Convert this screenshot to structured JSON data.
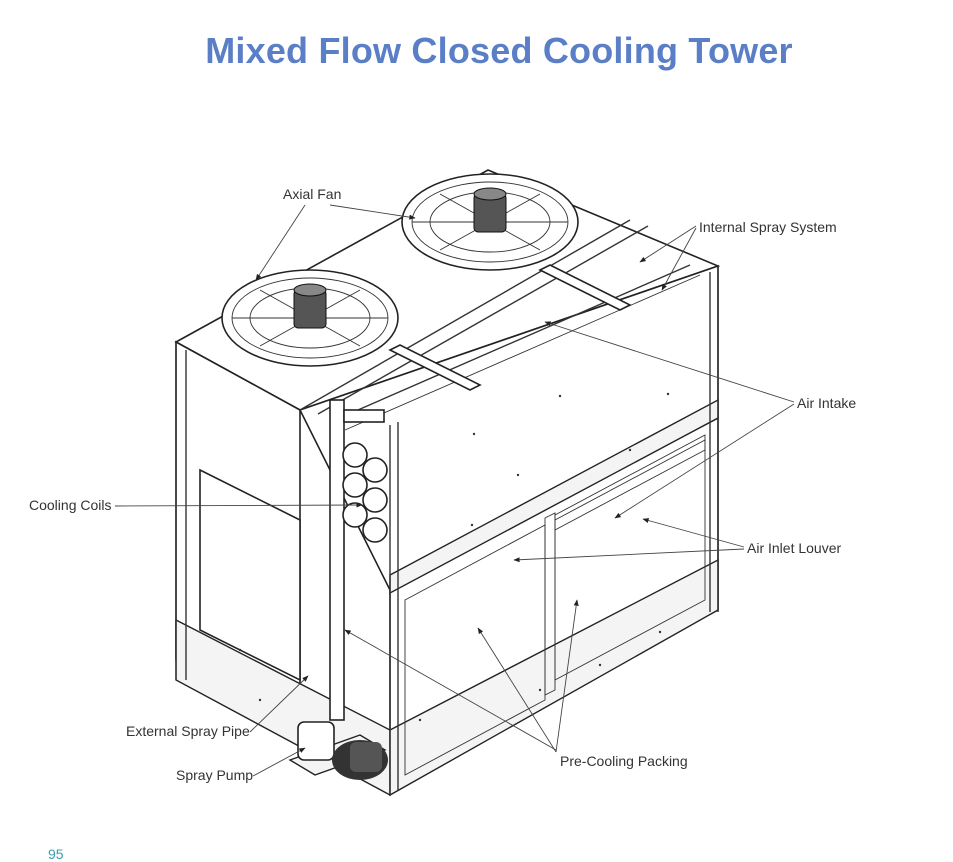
{
  "title": "Mixed Flow Closed Cooling Tower",
  "labels": {
    "axial_fan": "Axial Fan",
    "internal_spray_system": "Internal Spray System",
    "air_intake": "Air Intake",
    "cooling_coils": "Cooling Coils",
    "air_inlet_louver": "Air Inlet Louver",
    "external_spray_pipe": "External Spray Pipe",
    "spray_pump": "Spray Pump",
    "pre_cooling_packing": "Pre-Cooling Packing"
  },
  "page_number": "95",
  "colors": {
    "title": "#5b7fc7",
    "line": "#222222",
    "label": "#333333",
    "page_number": "#3aa0a8"
  }
}
